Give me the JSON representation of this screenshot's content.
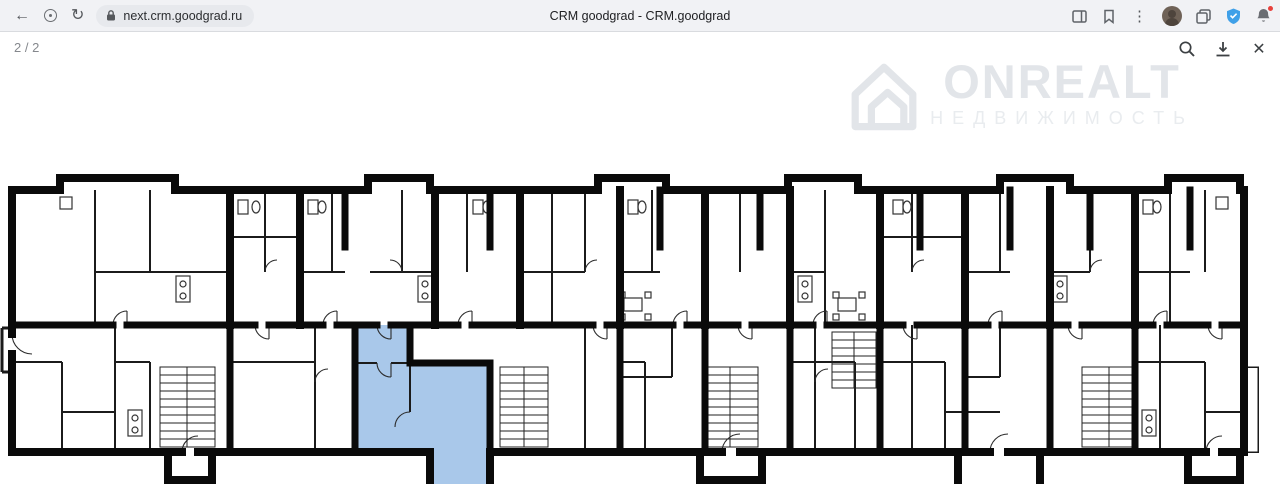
{
  "browser": {
    "url": "next.crm.goodgrad.ru",
    "title": "CRM goodgrad - CRM.goodgrad",
    "icons": {
      "back": "←",
      "reload": "↻",
      "menu": "⋮"
    }
  },
  "viewer": {
    "page_indicator": "2 / 2",
    "controls": {
      "close": "✕"
    },
    "watermark": {
      "brand": "ONREALT",
      "subtitle": "НЕДВИЖИМОСТЬ"
    }
  },
  "floor_plan": {
    "description": "building floor plan, page 2 of 2, one apartment highlighted",
    "colors": {
      "highlighted_unit": "#a9c8ea",
      "walls": "#0a0a0a",
      "protect_shield": "#3fa0e8",
      "notification_badge": "#e8413c",
      "watermark_gray": "#e2e5e9"
    }
  }
}
